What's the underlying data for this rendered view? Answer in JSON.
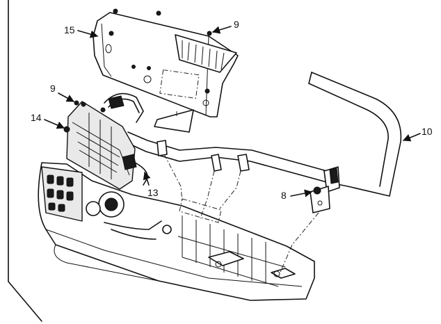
{
  "diagram": {
    "callouts": [
      {
        "id": "c15",
        "text": "15"
      },
      {
        "id": "c9a",
        "text": "9"
      },
      {
        "id": "c9b",
        "text": "9"
      },
      {
        "id": "c14",
        "text": "14"
      },
      {
        "id": "c13",
        "text": "13"
      },
      {
        "id": "c10",
        "text": "10"
      },
      {
        "id": "c8",
        "text": "8"
      }
    ]
  }
}
